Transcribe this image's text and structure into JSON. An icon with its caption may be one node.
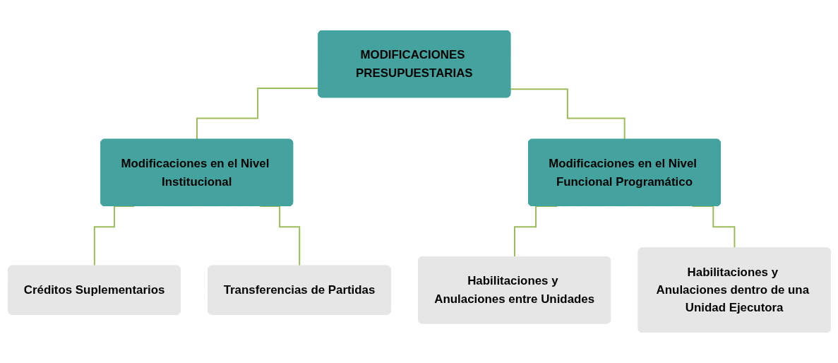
{
  "diagram": {
    "nodes": [
      {
        "text": [
          "MODIFICACIONES PRESUPUESTARIAS"
        ]
      },
      {
        "text": [
          "Modificaciones en el Nivel Institucional"
        ]
      },
      {
        "text": [
          "Modificaciones en el Nivel Funcional Programático"
        ]
      },
      {
        "text": [
          "Créditos Suplementarios"
        ]
      },
      {
        "text": [
          "Transferencias de Partidas"
        ]
      },
      {
        "text": [
          "Habilitaciones y Anulaciones entre Unidades"
        ]
      },
      {
        "text": [
          "Habilitaciones y Anulaciones dentro de una Unidad Ejecutora"
        ]
      }
    ],
    "edges": [
      {
        "from": 0,
        "to": 1,
        "arrow": "none"
      },
      {
        "from": 0,
        "to": 2,
        "arrow": "none"
      },
      {
        "from": 1,
        "to": 3,
        "arrow": "none"
      },
      {
        "from": 1,
        "to": 4,
        "arrow": "none"
      },
      {
        "from": 2,
        "to": 5,
        "arrow": "none"
      },
      {
        "from": 2,
        "to": 6,
        "arrow": "none"
      }
    ]
  }
}
